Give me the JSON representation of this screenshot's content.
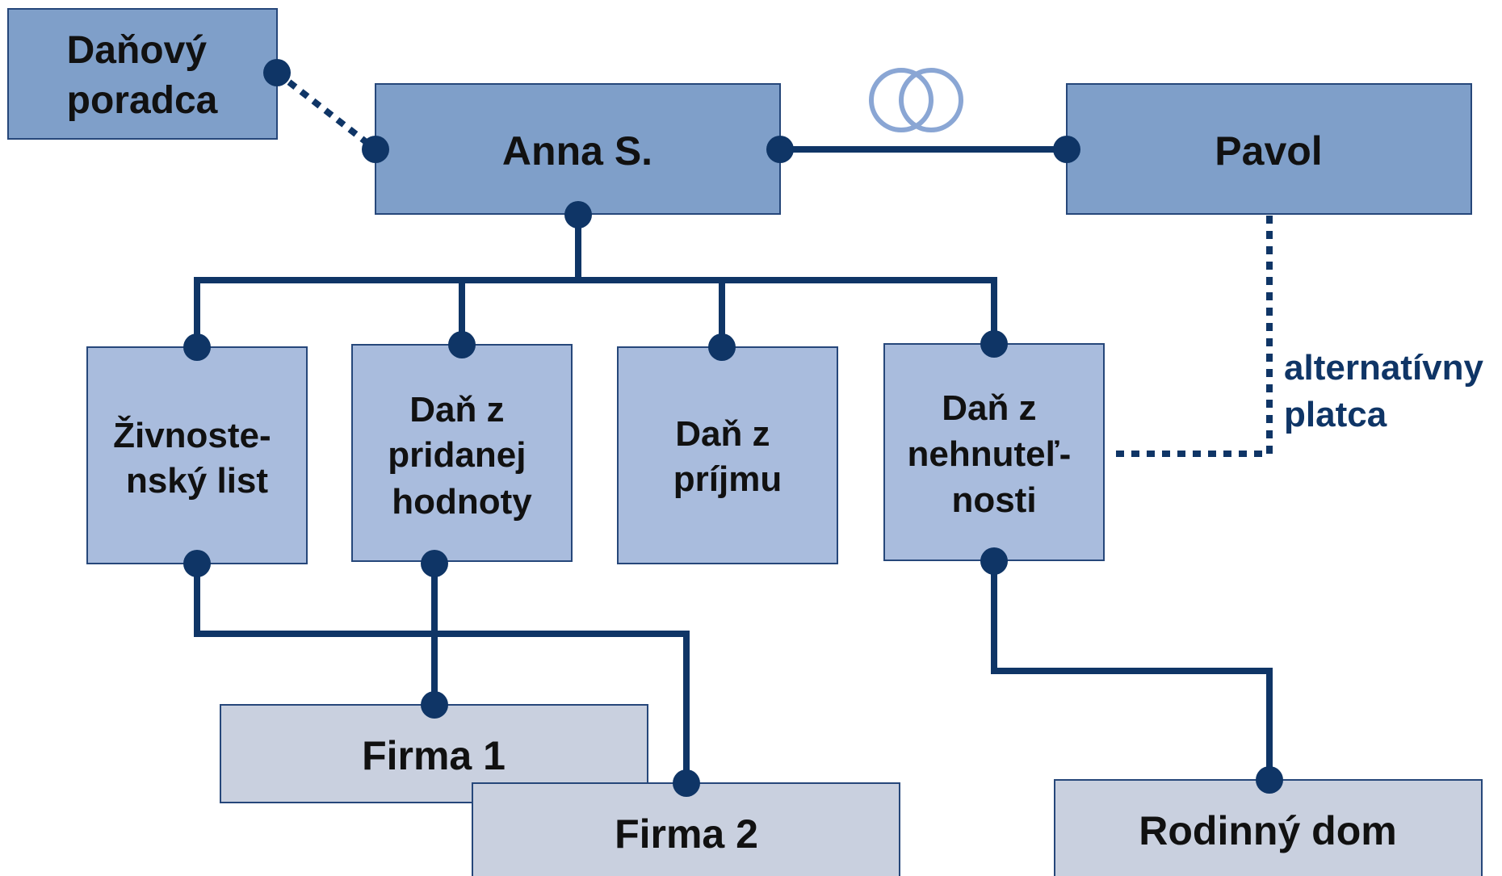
{
  "colors": {
    "line": "#0f3566",
    "node_dark": "#7f9fc9",
    "node_mid": "#a9bcdd",
    "node_light": "#c9d0df",
    "border": "#26477a",
    "rings": "#8aa6d4"
  },
  "nodes": {
    "tax_advisor": [
      "Daňový",
      "poradca"
    ],
    "anna": [
      "Anna S."
    ],
    "pavol": [
      "Pavol"
    ],
    "trade_license": [
      "Živnoste-",
      "nský list"
    ],
    "vat": [
      "Daň z",
      "pridanej",
      "hodnoty"
    ],
    "income_tax": [
      "Daň z",
      "príjmu"
    ],
    "property_tax": [
      "Daň z",
      "nehnuteľ-",
      "nosti"
    ],
    "firm1": [
      "Firma 1"
    ],
    "firm2": [
      "Firma 2"
    ],
    "family_house": [
      "Rodinný dom"
    ]
  },
  "annotations": {
    "alternative_payer": [
      "alternatívny",
      "platca"
    ]
  },
  "icons": {
    "marriage": "wedding-rings-icon"
  }
}
